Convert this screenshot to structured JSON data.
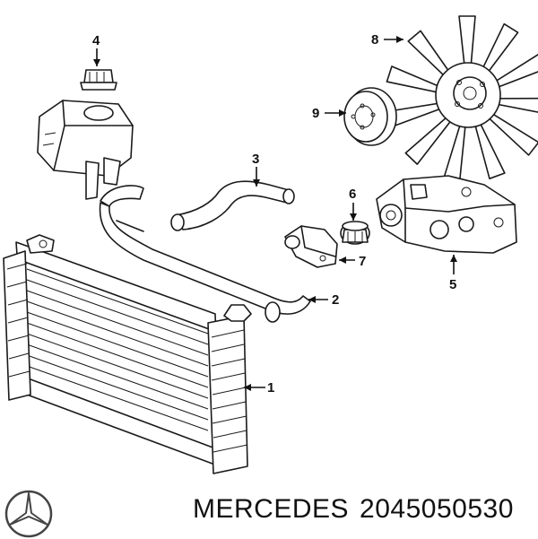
{
  "callouts": [
    {
      "id": "1",
      "label": "1",
      "part": "radiator"
    },
    {
      "id": "2",
      "label": "2",
      "part": "lower-hose"
    },
    {
      "id": "3",
      "label": "3",
      "part": "upper-hose"
    },
    {
      "id": "4",
      "label": "4",
      "part": "reservoir-cap"
    },
    {
      "id": "5",
      "label": "5",
      "part": "water-pump"
    },
    {
      "id": "6",
      "label": "6",
      "part": "thermostat"
    },
    {
      "id": "7",
      "label": "7",
      "part": "thermostat-housing"
    },
    {
      "id": "8",
      "label": "8",
      "part": "fan"
    },
    {
      "id": "9",
      "label": "9",
      "part": "pulley"
    }
  ],
  "footer": {
    "brand": "MERCEDES",
    "part_number": "2045050530"
  },
  "logo": {
    "name": "mercedes-star-logo",
    "color": "#444444"
  }
}
